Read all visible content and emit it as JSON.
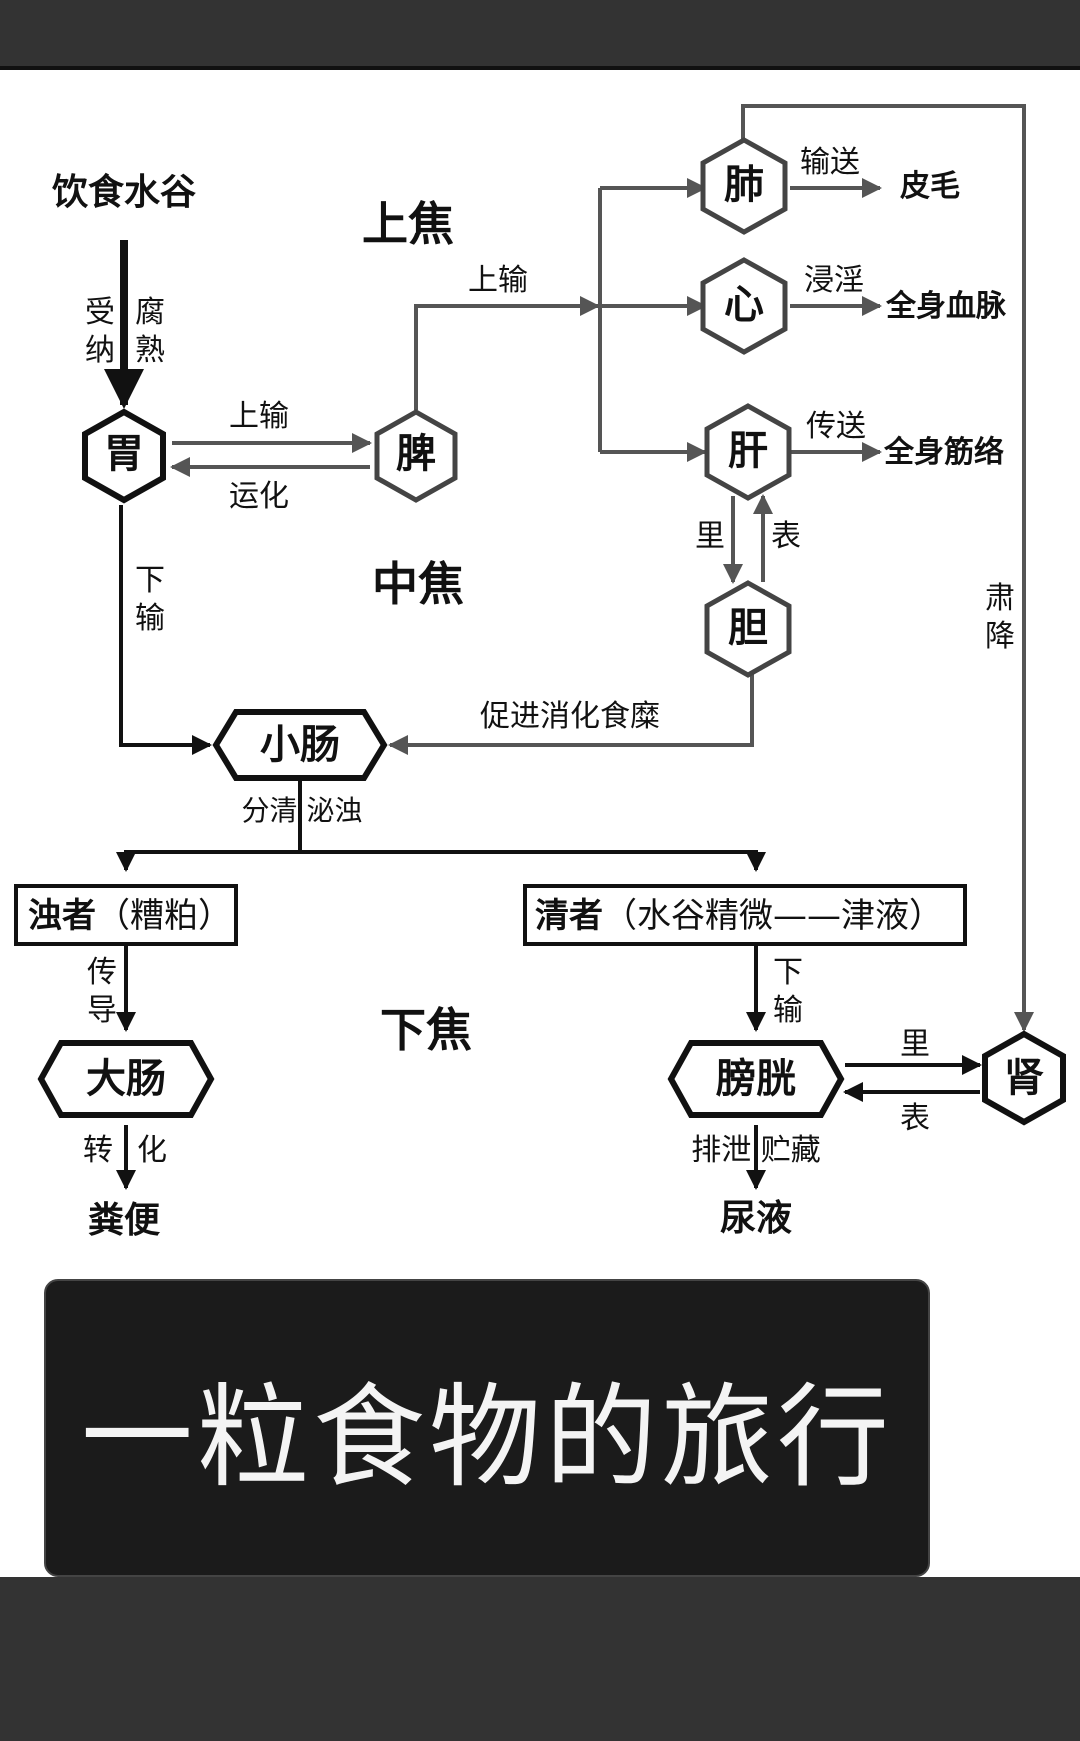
{
  "labels": {
    "intake": "饮食水谷",
    "shou": "受",
    "na": "纳",
    "fu": "腐",
    "shu": "熟",
    "upper_jiao": "上焦",
    "middle_jiao": "中焦",
    "lower_jiao": "下焦",
    "shangshu_left": "上输",
    "yunhua": "运化",
    "shangshu_top": "上输",
    "xia1": "下",
    "shu1": "输",
    "cujin": "促进消化食糜",
    "li_gan": "里",
    "biao_gan": "表",
    "shu_song": "输送",
    "jin_yin": "浸淫",
    "chuan_song": "传送",
    "pimao": "皮毛",
    "quanshen_xuemai": "全身血脉",
    "quanshen_jinluo": "全身筋络",
    "su": "肃",
    "jiang": "降",
    "fenqing_bizhuo": "分清 泌浊",
    "zhuozhe_title": "浊者",
    "zhuozhe_sub": "（糟粕）",
    "qingzhe_title": "清者",
    "qingzhe_sub": "（水谷精微——津液）",
    "chuan": "传",
    "dao": "导",
    "xia2": "下",
    "shu2": "输",
    "zhuan": "转",
    "hua": "化",
    "paixie_zhucang": "排泄 贮藏",
    "li_shen": "里",
    "biao_shen": "表",
    "fenbian": "粪便",
    "niaoye": "尿液"
  },
  "organs": {
    "wei": "胃",
    "pi": "脾",
    "fei": "肺",
    "xin": "心",
    "gan": "肝",
    "dan": "胆",
    "xiaochang": "小肠",
    "dachang": "大肠",
    "pangguang": "膀胱",
    "shen": "肾"
  },
  "title": "一粒食物的旅行",
  "colors": {
    "line": "#555555",
    "dark": "#111111",
    "panel": "#1b1b1b",
    "bar": "#333333"
  }
}
